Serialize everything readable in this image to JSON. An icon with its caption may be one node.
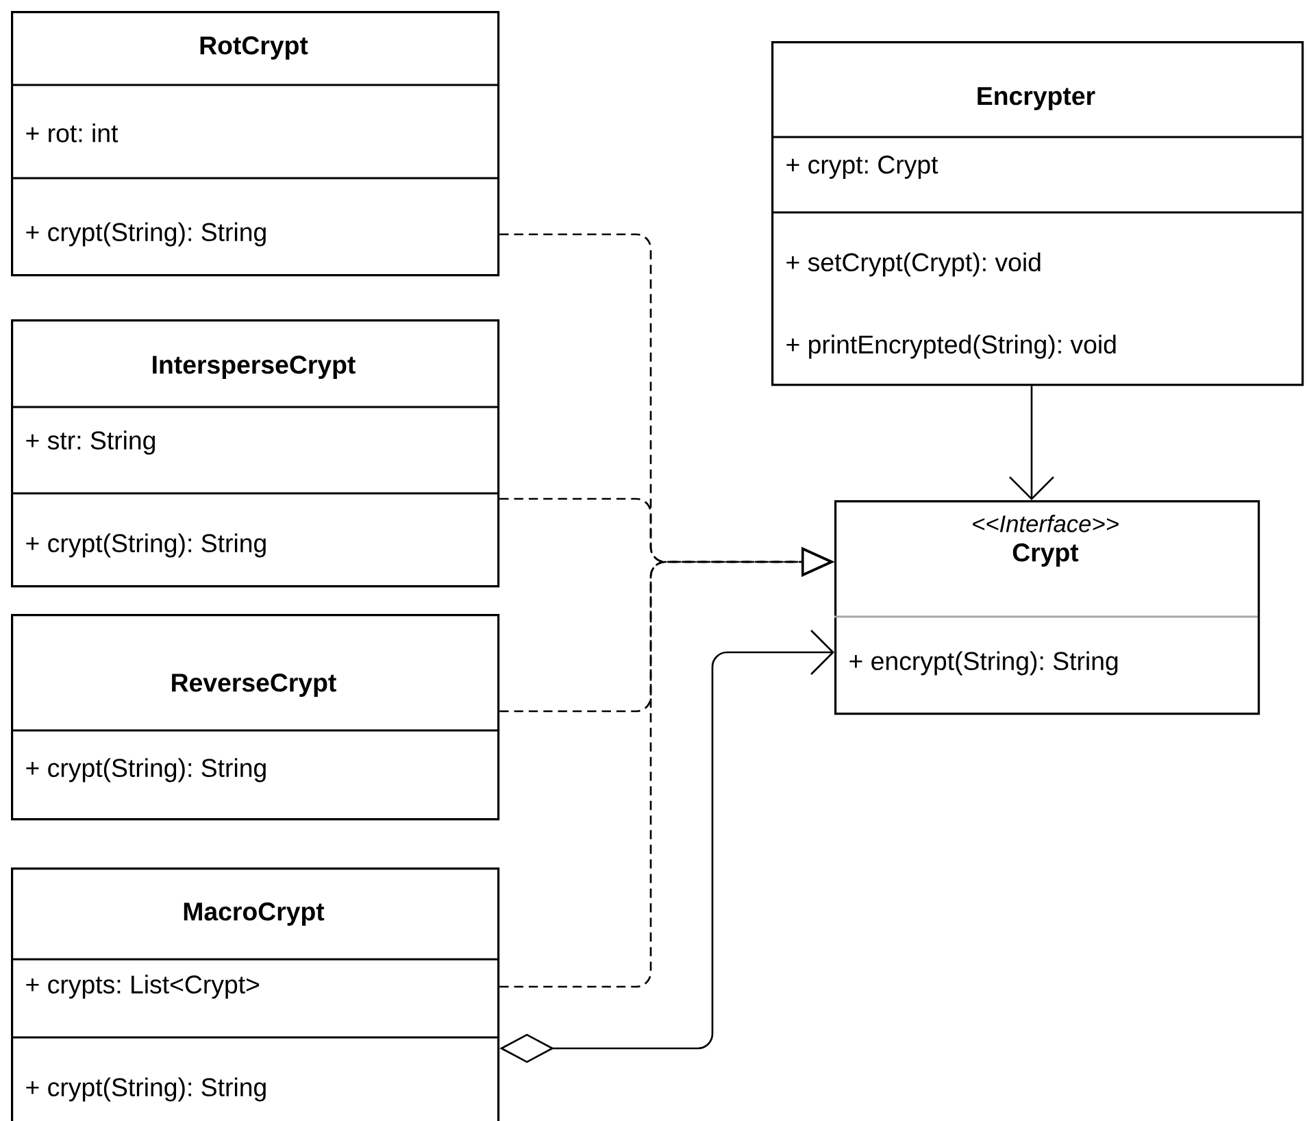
{
  "diagram": {
    "nodes": [
      {
        "text": [
          "RotCrypt",
          "+ rot: int",
          "+ crypt(String): String"
        ]
      },
      {
        "text": [
          "IntersperseCrypt",
          "+ str: String",
          "+ crypt(String): String"
        ]
      },
      {
        "text": [
          "ReverseCrypt",
          "+ crypt(String): String"
        ]
      },
      {
        "text": [
          "MacroCrypt",
          "+ crypts: List<Crypt>",
          "+ crypt(String): String"
        ]
      },
      {
        "text": [
          "Encrypter",
          "+ crypt: Crypt",
          "+ setCrypt(Crypt): void",
          "+ printEncrypted(String): void"
        ]
      },
      {
        "text": [
          "<<Interface>>",
          "Crypt",
          "+ encrypt(String): String"
        ]
      }
    ],
    "edges": [
      {
        "from": 0,
        "to": 5,
        "arrow": "to",
        "style": "dashed"
      },
      {
        "from": 1,
        "to": 5,
        "arrow": "to",
        "style": "dashed"
      },
      {
        "from": 2,
        "to": 5,
        "arrow": "to",
        "style": "dashed"
      },
      {
        "from": 3,
        "to": 5,
        "arrow": "to",
        "style": "dashed"
      },
      {
        "from": 4,
        "to": 5,
        "arrow": "to"
      },
      {
        "from": 3,
        "to": 5,
        "arrow": "to"
      }
    ]
  }
}
